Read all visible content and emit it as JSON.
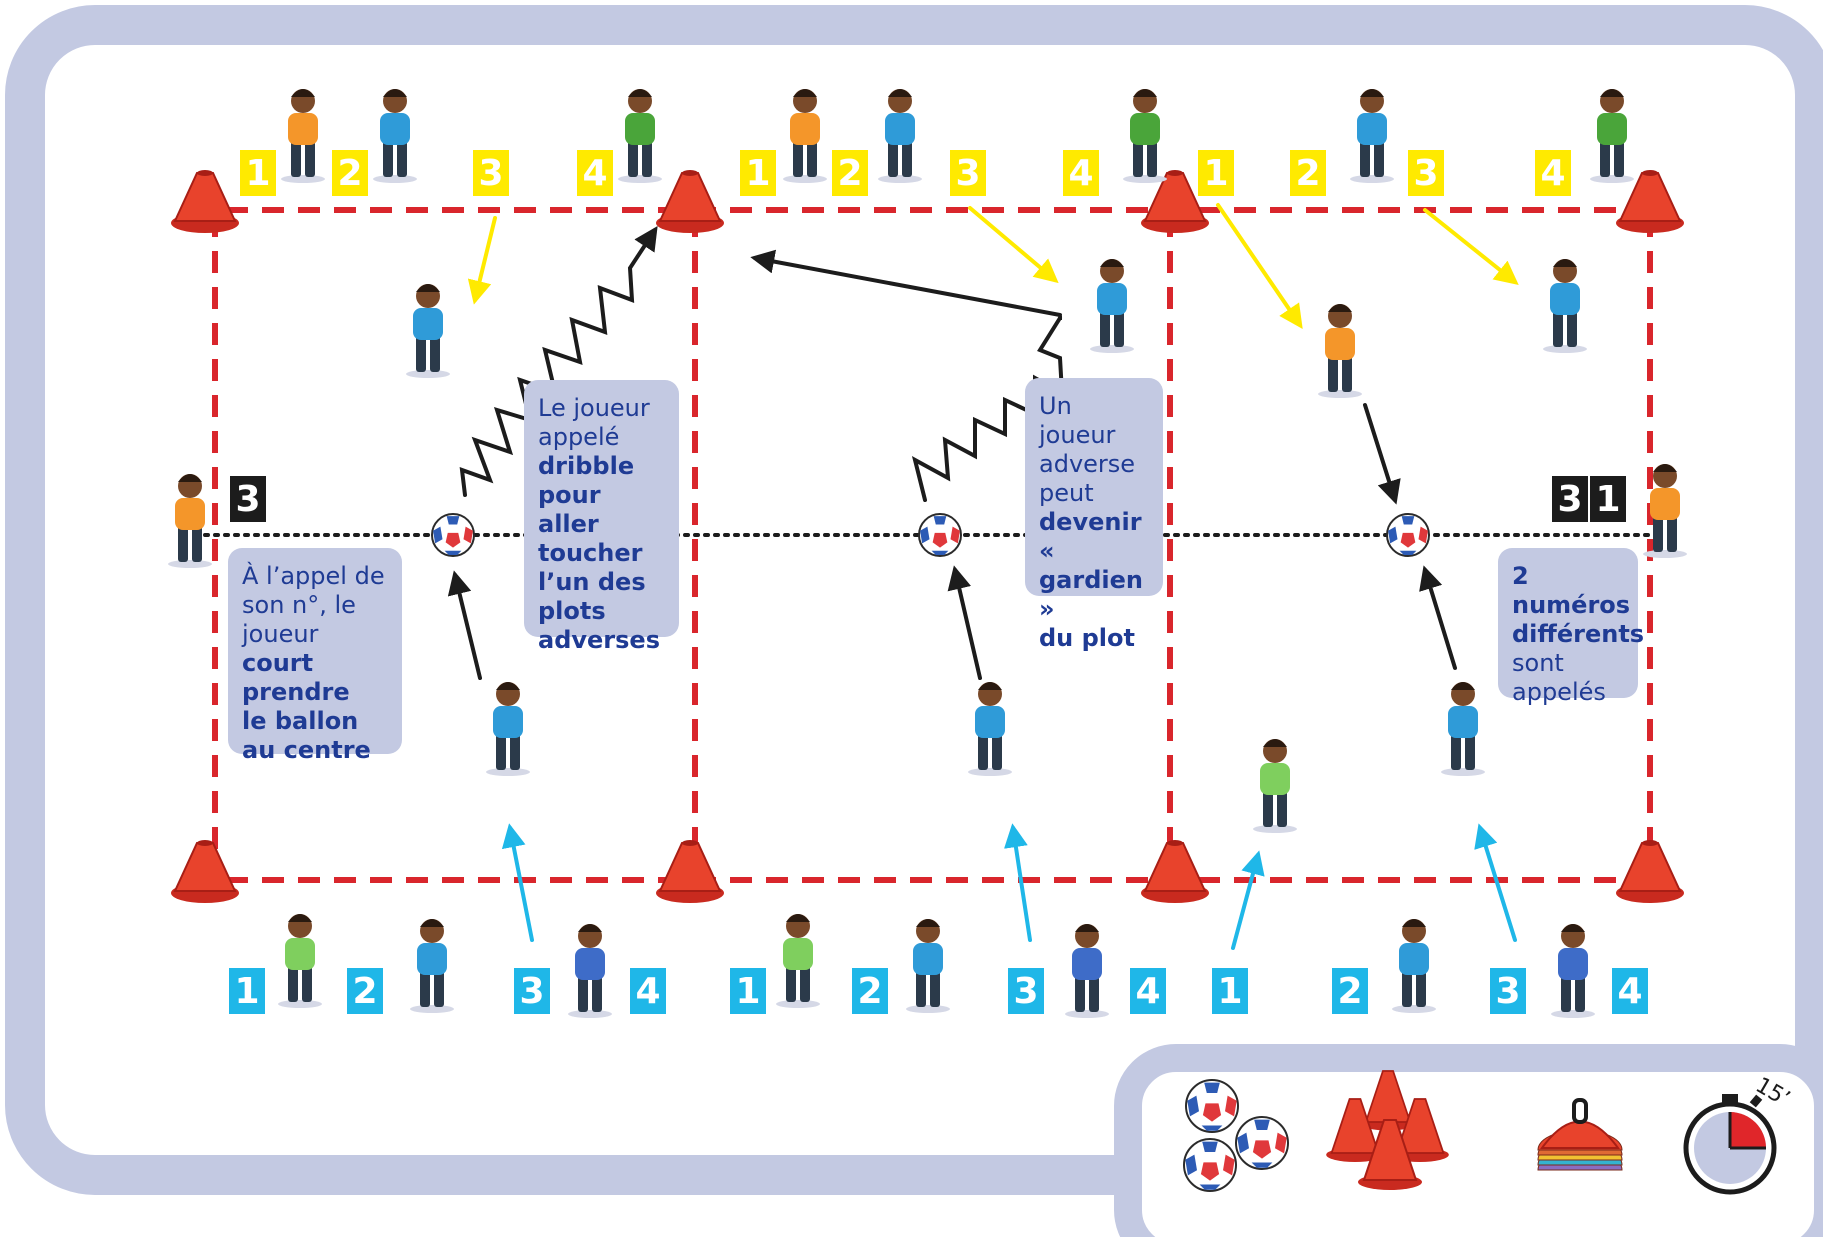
{
  "colors": {
    "frame": "#c3c9e2",
    "field_line": "#d9262c",
    "team_yellow": "#ffea00",
    "team_cyan": "#1fb7e8",
    "caller_badge": "#1c1c1c",
    "callout_bg": "#c3c9e2",
    "callout_text": "#1f3b94",
    "ball_red": "#e0383b",
    "ball_blue": "#2d5bb5",
    "cone": "#e8432c",
    "arrow_yellow": "#ffea00",
    "arrow_cyan": "#1fb7e8",
    "arrow_black": "#1c1c1c"
  },
  "fields": [
    {
      "top_numbers": [
        "1",
        "2",
        "3",
        "4"
      ],
      "bottom_numbers": [
        "1",
        "2",
        "3",
        "4"
      ],
      "caller_number": "3",
      "callout": [
        {
          "text": "À l’appel de",
          "bold": false
        },
        {
          "text": "son n°, le",
          "bold": false
        },
        {
          "text": "joueur ",
          "bold": false,
          "inline_next": true
        },
        {
          "text": "court",
          "bold": true
        },
        {
          "text": "prendre",
          "bold": true
        },
        {
          "text": "le ballon",
          "bold": true
        },
        {
          "text": "au centre",
          "bold": true
        }
      ],
      "callout2": [
        {
          "text": "Le joueur",
          "bold": false
        },
        {
          "text": "appelé",
          "bold": false
        },
        {
          "text": "dribble",
          "bold": true
        },
        {
          "text": "pour aller",
          "bold": true
        },
        {
          "text": "toucher",
          "bold": true
        },
        {
          "text": "l’un des",
          "bold": true
        },
        {
          "text": "plots",
          "bold": true
        },
        {
          "text": "adverses",
          "bold": true
        }
      ]
    },
    {
      "top_numbers": [
        "1",
        "2",
        "3",
        "4"
      ],
      "bottom_numbers": [
        "1",
        "2",
        "3",
        "4"
      ],
      "callout": [
        {
          "text": "Un joueur",
          "bold": false
        },
        {
          "text": "adverse",
          "bold": false
        },
        {
          "text": "peut",
          "bold": false
        },
        {
          "text": "devenir",
          "bold": true
        },
        {
          "text": "« gardien »",
          "bold": true
        },
        {
          "text": "du plot",
          "bold": true
        }
      ]
    },
    {
      "top_numbers": [
        "1",
        "2",
        "3",
        "4"
      ],
      "bottom_numbers": [
        "1",
        "2",
        "3",
        "4"
      ],
      "caller_numbers": [
        "3",
        "1"
      ],
      "callout": [
        {
          "text": "2 numéros",
          "bold": true
        },
        {
          "text": "différents",
          "bold": true
        },
        {
          "text": "sont",
          "bold": false
        },
        {
          "text": "appelés",
          "bold": false
        }
      ]
    }
  ],
  "equipment": {
    "items": [
      "balls-icon",
      "cones-icon",
      "flat-markers-icon",
      "stopwatch-icon"
    ],
    "duration": "15’",
    "duration_fraction": 0.25
  }
}
